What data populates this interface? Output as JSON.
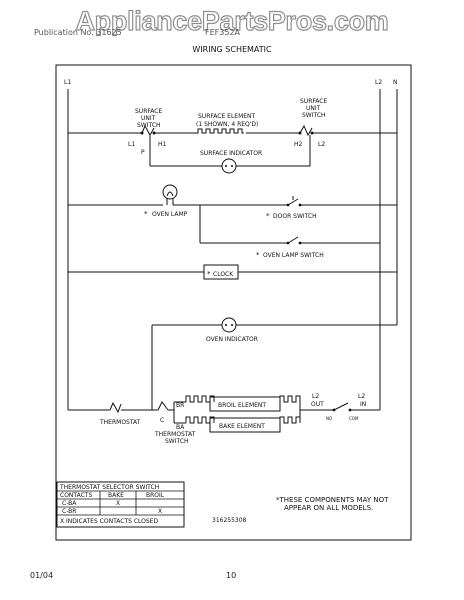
{
  "watermark": "AppliancePartsPros.com",
  "header": {
    "left": "Publication No. 31625",
    "mid": "FEF352A",
    "title": "WIRING SCHEMATIC"
  },
  "lines": {
    "l1": "L1",
    "l2": "L2",
    "n": "N"
  },
  "surface_switch": {
    "title1": "SURFACE",
    "title2": "UNIT",
    "title3": "SWITCH",
    "l1": "L1",
    "p": "P",
    "h1": "H1"
  },
  "surface_element": {
    "title": "SURFACE ELEMENT",
    "subtitle": "(1 SHOWN, 4 REQ'D)"
  },
  "surface_switch_right": {
    "title1": "SURFACE",
    "title2": "UNIT",
    "title3": "SWITCH",
    "h2": "H2",
    "l2": "L2"
  },
  "surface_indicator": "SURFACE INDICATOR",
  "oven_lamp": "OVEN LAMP",
  "door_switch": "DOOR SWITCH",
  "oven_lamp_switch": "OVEN LAMP SWITCH",
  "clock": "CLOCK",
  "oven_indicator": "OVEN INDICATOR",
  "lower": {
    "thermostat": "THERMOSTAT",
    "br": "BR",
    "c": "C",
    "ba": "BA",
    "thermostat_switch1": "THERMOSTAT",
    "thermostat_switch2": "SWITCH",
    "broil_element": "BROIL ELEMENT",
    "bake_element": "BAKE ELEMENT",
    "l2_out": "L2",
    "out": "OUT",
    "l2_in": "L2",
    "in": "IN",
    "no": "NO",
    "com": "COM"
  },
  "asterisk": "*",
  "table": {
    "title": "THERMOSTAT SELECTOR SWITCH",
    "headers": [
      "CONTACTS",
      "BAKE",
      "BROIL"
    ],
    "rows": [
      [
        "C-BA",
        "X",
        ""
      ],
      [
        "C-BR",
        "",
        "X"
      ]
    ],
    "footnote": "X  INDICATES CONTACTS CLOSED"
  },
  "note_line1": "*THESE COMPONENTS MAY NOT",
  "note_line2": "APPEAR ON ALL MODELS.",
  "part_number": "316255308",
  "footer": {
    "left": "01/04",
    "page": "10"
  }
}
